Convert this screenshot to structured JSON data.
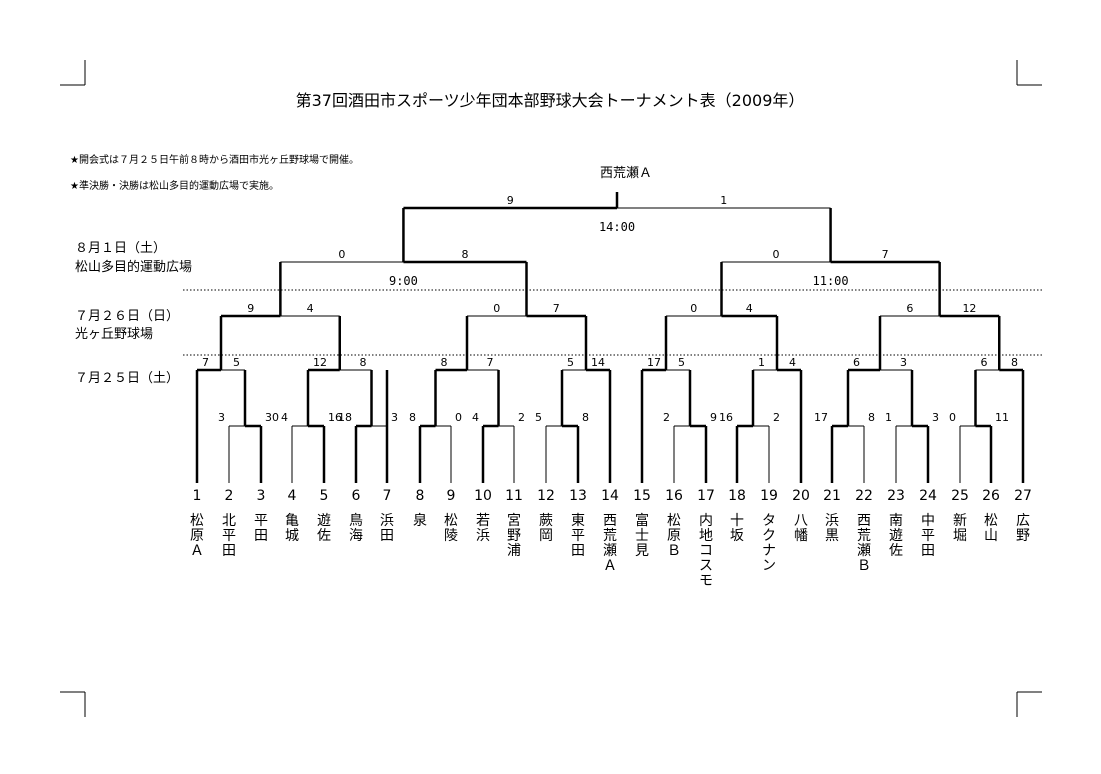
{
  "title": "第37回酒田市スポーツ少年団本部野球大会トーナメント表（2009年）",
  "notes": [
    "★開会式は７月２５日午前８時から酒田市光ヶ丘野球場で開催。",
    "★準決勝・決勝は松山多目的運動広場で実施。"
  ],
  "champion": "西荒瀬Ａ",
  "days": {
    "day3_date": "８月１日（土）",
    "day3_venue": "松山多目的運動広場",
    "day2_date": "７月２６日（日）",
    "day2_venue": "光ヶ丘野球場",
    "day1_date": "７月２５日（土）"
  },
  "times": {
    "final": "14:00",
    "semi_left": "9:00",
    "semi_right": "11:00"
  },
  "teams": [
    {
      "num": "1",
      "name": "松原Ａ"
    },
    {
      "num": "2",
      "name": "北平田"
    },
    {
      "num": "3",
      "name": "平田"
    },
    {
      "num": "4",
      "name": "亀城"
    },
    {
      "num": "5",
      "name": "遊佐"
    },
    {
      "num": "6",
      "name": "鳥海"
    },
    {
      "num": "7",
      "name": "浜田"
    },
    {
      "num": "8",
      "name": "泉"
    },
    {
      "num": "9",
      "name": "松陵"
    },
    {
      "num": "10",
      "name": "若浜"
    },
    {
      "num": "11",
      "name": "宮野浦"
    },
    {
      "num": "12",
      "name": "蕨岡"
    },
    {
      "num": "13",
      "name": "東平田"
    },
    {
      "num": "14",
      "name": "西荒瀬Ａ"
    },
    {
      "num": "15",
      "name": "富士見"
    },
    {
      "num": "16",
      "name": "松原Ｂ"
    },
    {
      "num": "17",
      "name": "内地コスモ"
    },
    {
      "num": "18",
      "name": "十坂"
    },
    {
      "num": "19",
      "name": "タクナン"
    },
    {
      "num": "20",
      "name": "八幡"
    },
    {
      "num": "21",
      "name": "浜黒"
    },
    {
      "num": "22",
      "name": "西荒瀬Ｂ"
    },
    {
      "num": "23",
      "name": "南遊佐"
    },
    {
      "num": "24",
      "name": "中平田"
    },
    {
      "num": "25",
      "name": "新堀"
    },
    {
      "num": "26",
      "name": "松山"
    },
    {
      "num": "27",
      "name": "広野"
    }
  ],
  "matches": {
    "r1": [
      {
        "a": 2,
        "b": 3,
        "sa": "3",
        "sb": "30"
      },
      {
        "a": 4,
        "b": 5,
        "sa": "4",
        "sb": "16"
      },
      {
        "a": 6,
        "b": 7,
        "sa": "18",
        "sb": "3"
      },
      {
        "a": 8,
        "b": 9,
        "sa": "8",
        "sb": "0"
      },
      {
        "a": 10,
        "b": 11,
        "sa": "4",
        "sb": "2"
      },
      {
        "a": 12,
        "b": 13,
        "sa": "5",
        "sb": "8"
      },
      {
        "a": 16,
        "b": 17,
        "sa": "2",
        "sb": "9"
      },
      {
        "a": 18,
        "b": 19,
        "sa": "16",
        "sb": "2"
      },
      {
        "a": 22,
        "b": 21,
        "sa": "8",
        "sb": "17"
      },
      {
        "a": 23,
        "b": 24,
        "sa": "1",
        "sb": "3"
      },
      {
        "a": 25,
        "b": 26,
        "sa": "0",
        "sb": "11"
      }
    ],
    "r2": [
      {
        "sa": "7",
        "sb": "5"
      },
      {
        "sa": "12",
        "sb": "8"
      },
      {
        "sa": "8",
        "sb": "7"
      },
      {
        "sa": "5",
        "sb": "14"
      },
      {
        "sa": "17",
        "sb": "5"
      },
      {
        "sa": "1",
        "sb": "4"
      },
      {
        "sa": "6",
        "sb": "3"
      },
      {
        "sa": "6",
        "sb": "8"
      }
    ],
    "r3": [
      {
        "sa": "9",
        "sb": "4"
      },
      {
        "sa": "0",
        "sb": "7"
      },
      {
        "sa": "0",
        "sb": "4"
      },
      {
        "sa": "6",
        "sb": "12"
      }
    ],
    "semis": [
      {
        "sa": "0",
        "sb": "8"
      },
      {
        "sa": "0",
        "sb": "7"
      }
    ],
    "final": {
      "sa": "9",
      "sb": "1"
    }
  }
}
